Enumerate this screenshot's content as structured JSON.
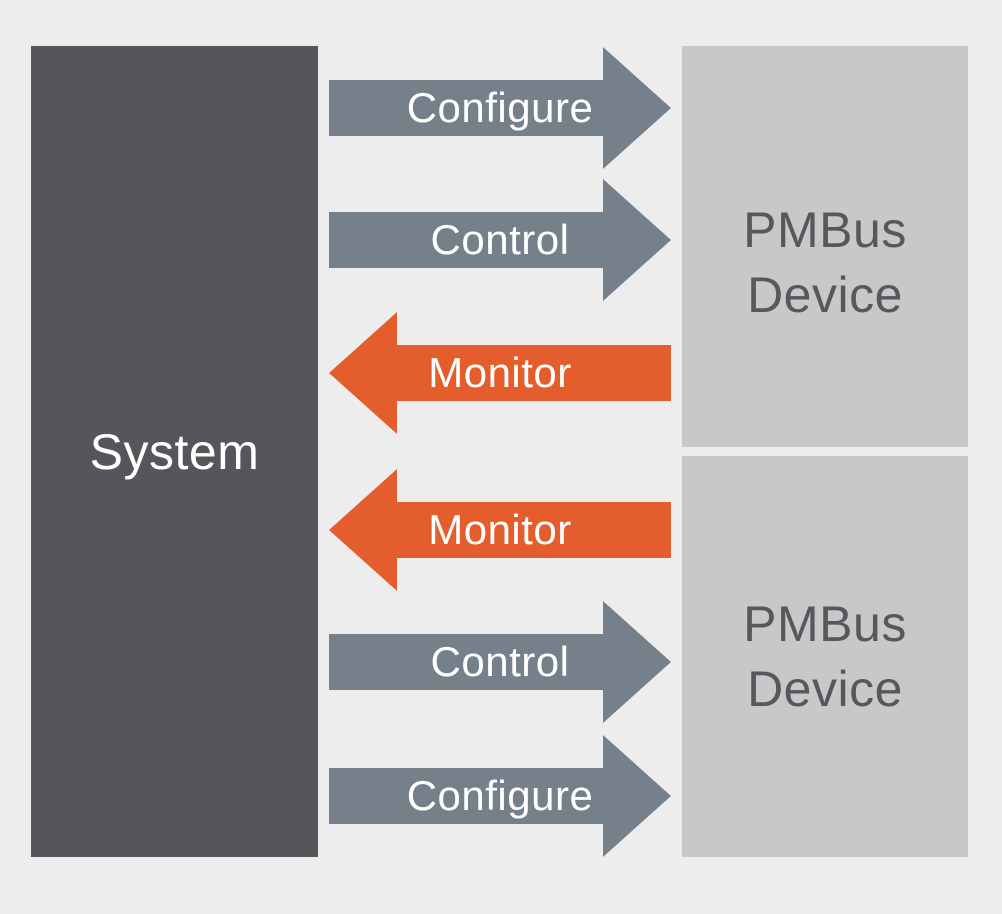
{
  "canvas": {
    "background": "#EDEDED"
  },
  "system_box": {
    "label": "System",
    "fill": "#54565A",
    "text_color": "#FFFFFF"
  },
  "device_boxes": [
    {
      "lines": [
        "PMBus",
        "Device"
      ],
      "fill": "#C8C8C8",
      "text_color": "#55585C"
    },
    {
      "lines": [
        "PMBus",
        "Device"
      ],
      "fill": "#C8C8C8",
      "text_color": "#55585C"
    }
  ],
  "arrows": [
    {
      "label": "Configure",
      "direction": "right",
      "color": "#75808B",
      "from": "System",
      "to": "PMBus Device 1"
    },
    {
      "label": "Control",
      "direction": "right",
      "color": "#75808B",
      "from": "System",
      "to": "PMBus Device 1"
    },
    {
      "label": "Monitor",
      "direction": "left",
      "color": "#E45D2C",
      "from": "PMBus Device 1",
      "to": "System"
    },
    {
      "label": "Monitor",
      "direction": "left",
      "color": "#E45D2C",
      "from": "PMBus Device 2",
      "to": "System"
    },
    {
      "label": "Control",
      "direction": "right",
      "color": "#75808B",
      "from": "System",
      "to": "PMBus Device 2"
    },
    {
      "label": "Configure",
      "direction": "right",
      "color": "#75808B",
      "from": "System",
      "to": "PMBus Device 2"
    }
  ],
  "arrow_label_text_color": "#FFFFFF"
}
